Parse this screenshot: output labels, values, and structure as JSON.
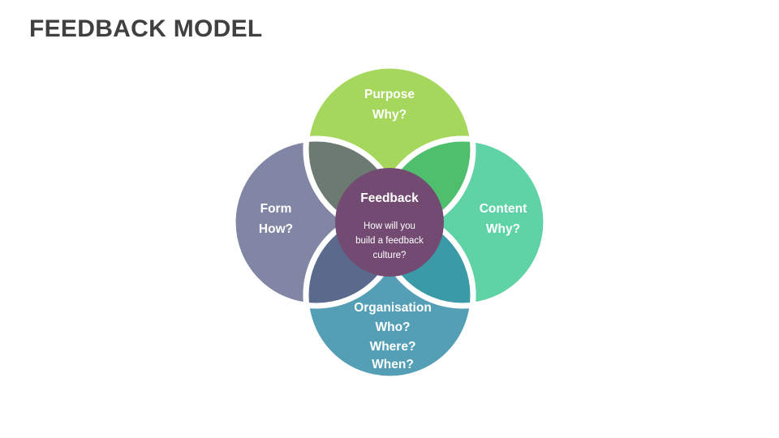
{
  "slide": {
    "title": "FEEDBACK MODEL",
    "background_color": "#ffffff",
    "title_color": "#404040"
  },
  "diagram": {
    "type": "four-petal-venn",
    "separator_stroke_color": "#ffffff",
    "center": {
      "label": "center-node",
      "title": "Feedback",
      "body_lines": [
        "How will you",
        "build a feedback",
        "culture?"
      ],
      "color": "#734b72",
      "text_color": "#ffffff"
    },
    "petals": [
      {
        "id": "purpose",
        "position": "top",
        "title": "Purpose",
        "lines": [
          "Why?"
        ],
        "color": "#a5d75c",
        "text_color": "#ffffff"
      },
      {
        "id": "content",
        "position": "right",
        "title": "Content",
        "lines": [
          "Why?"
        ],
        "color": "#5fd3a5",
        "text_color": "#ffffff"
      },
      {
        "id": "organisation",
        "position": "bottom",
        "title": "Organisation",
        "lines": [
          "Who?",
          "Where?",
          "When?"
        ],
        "color": "#549fb5",
        "text_color": "#ffffff"
      },
      {
        "id": "form",
        "position": "left",
        "title": "Form",
        "lines": [
          "How?"
        ],
        "color": "#8286a5",
        "text_color": "#ffffff"
      }
    ],
    "overlaps": [
      {
        "id": "form-purpose",
        "between": [
          "Form",
          "Purpose"
        ],
        "color": "#6d7a72"
      },
      {
        "id": "purpose-content",
        "between": [
          "Purpose",
          "Content"
        ],
        "color": "#4fbe6d"
      },
      {
        "id": "content-organisation",
        "between": [
          "Content",
          "Organisation"
        ],
        "color": "#3a9aa5"
      },
      {
        "id": "form-organisation",
        "between": [
          "Form",
          "Organisation"
        ],
        "color": "#5a6a8c"
      }
    ]
  }
}
